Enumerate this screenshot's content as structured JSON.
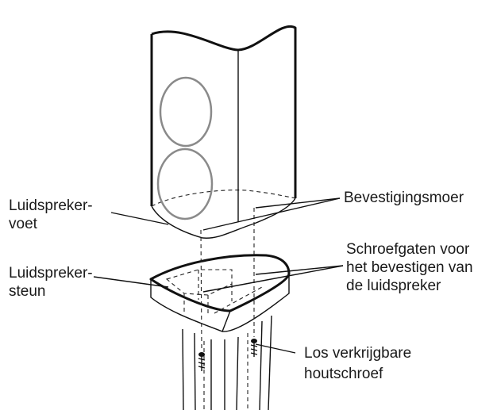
{
  "labels": {
    "speaker_foot": [
      "Luidspreker-",
      "voet"
    ],
    "speaker_stand": [
      "Luidspreker-",
      "steun"
    ],
    "fixing_nut": "Bevestigingsmoer",
    "screw_holes": [
      "Schroefgaten voor",
      "het bevestigen van",
      "de luidspreker"
    ],
    "wood_screw": [
      "Los verkrijgbare",
      "houtschroef"
    ]
  },
  "colors": {
    "line": "#111111",
    "driver": "#8a8a8a",
    "text": "#1a1a1a"
  }
}
